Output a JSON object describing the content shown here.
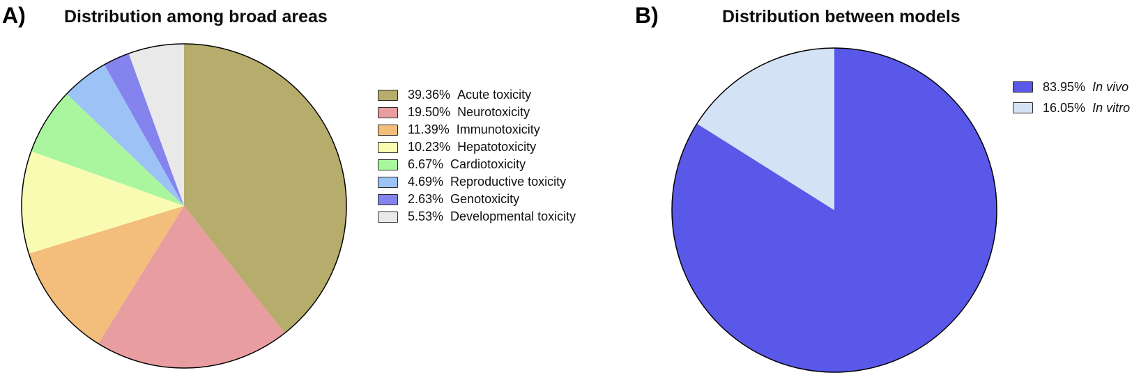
{
  "figure": {
    "background": "#ffffff",
    "panels": [
      {
        "label": "A)",
        "title": "Distribution among broad areas"
      },
      {
        "label": "B)",
        "title": "Distribution between models"
      }
    ]
  },
  "chart_data": [
    {
      "type": "pie",
      "panel": "A",
      "title": "Distribution among broad areas",
      "start_angle_deg": 0,
      "direction": "clockwise",
      "outline_color": "#000000",
      "legend_position": "right",
      "slices": [
        {
          "label": "Acute toxicity",
          "value_pct": 39.36,
          "pct_label": "39.36%",
          "color": "#b6ad6d",
          "italic": false
        },
        {
          "label": "Neurotoxicity",
          "value_pct": 19.5,
          "pct_label": "19.50%",
          "color": "#e89da0",
          "italic": false
        },
        {
          "label": "Immunotoxicity",
          "value_pct": 11.39,
          "pct_label": "11.39%",
          "color": "#f3bd7b",
          "italic": false
        },
        {
          "label": "Hepatotoxicity",
          "value_pct": 10.23,
          "pct_label": "10.23%",
          "color": "#fafbb3",
          "italic": false
        },
        {
          "label": "Cardiotoxicity",
          "value_pct": 6.67,
          "pct_label": "6.67%",
          "color": "#a9f69e",
          "italic": false
        },
        {
          "label": "Reproductive toxicity",
          "value_pct": 4.69,
          "pct_label": "4.69%",
          "color": "#9cc2f6",
          "italic": false
        },
        {
          "label": "Genotoxicity",
          "value_pct": 2.63,
          "pct_label": "2.63%",
          "color": "#8583ee",
          "italic": false
        },
        {
          "label": "Developmental toxicity",
          "value_pct": 5.53,
          "pct_label": "5.53%",
          "color": "#e9e9e9",
          "italic": false
        }
      ]
    },
    {
      "type": "pie",
      "panel": "B",
      "title": "Distribution between models",
      "start_angle_deg": 0,
      "direction": "clockwise",
      "outline_color": "#000000",
      "legend_position": "right",
      "slices": [
        {
          "label": "In vivo",
          "value_pct": 83.95,
          "pct_label": "83.95%",
          "color": "#5a58e9",
          "italic": true
        },
        {
          "label": "In vitro",
          "value_pct": 16.05,
          "pct_label": "16.05%",
          "color": "#d4e2f6",
          "italic": true
        }
      ]
    }
  ]
}
